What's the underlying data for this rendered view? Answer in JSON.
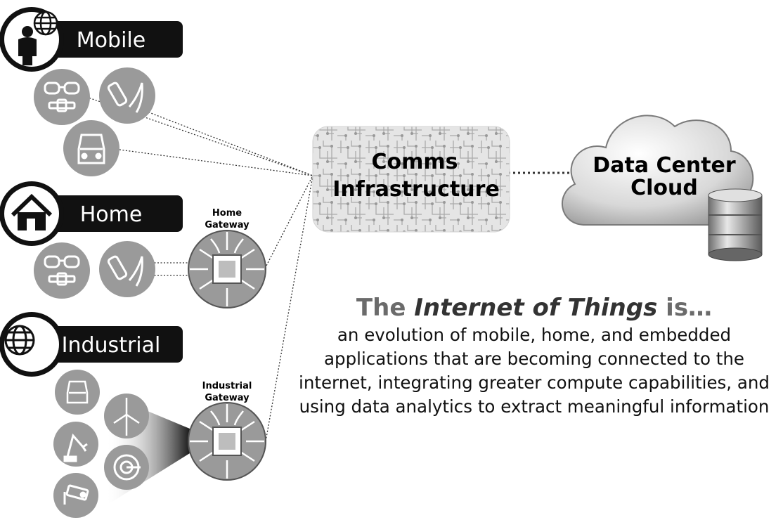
{
  "categories": {
    "mobile": "Mobile",
    "home": "Home",
    "industrial": "Industrial"
  },
  "gateways": {
    "home": [
      "Home",
      "Gateway"
    ],
    "industrial": [
      "Industrial",
      "Gateway"
    ]
  },
  "comms": [
    "Comms",
    "Infrastructure"
  ],
  "cloud": [
    "Data Center",
    "Cloud"
  ],
  "iot": {
    "title_prefix": "The ",
    "title_emphasis": "Internet of Things",
    "title_suffix": " is…",
    "description": "an evolution of mobile, home, and embedded applications that are becoming connected to the internet, integrating greater compute capabilities, and using data analytics to extract meaningful information"
  },
  "icons": {
    "mobile": [
      "person-globe-icon",
      "glasses-watch-icon",
      "pen-device-icon",
      "car-icon"
    ],
    "home": [
      "house-icon",
      "glasses-watch-icon",
      "pen-device-icon",
      "gateway-chip-icon"
    ],
    "industrial": [
      "globe-icon",
      "car-icon",
      "wind-turbine-icon",
      "robot-arm-icon",
      "disc-icon",
      "camera-icon",
      "gateway-chip-icon"
    ]
  }
}
